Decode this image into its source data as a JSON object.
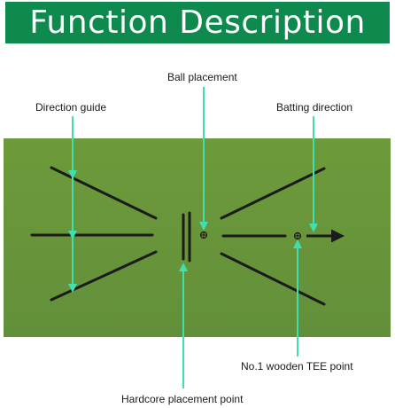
{
  "title": "Function Description",
  "labels": {
    "ball_placement": "Ball placement",
    "direction_guide": "Direction guide",
    "batting_direction": "Batting direction",
    "tee_point": "No.1 wooden TEE point",
    "hardcore_point": "Hardcore placement point"
  },
  "colors": {
    "banner": "#0f8a4f",
    "mat": "#68953a",
    "guide_lines": "#1b1b1b",
    "arrows": "#3fe0b0"
  }
}
